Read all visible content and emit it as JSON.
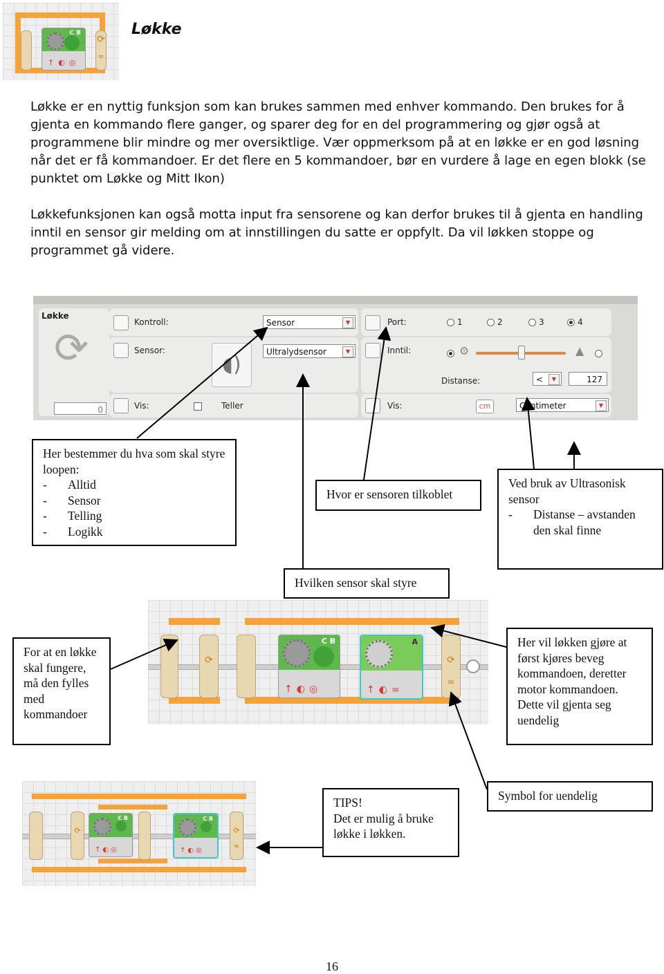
{
  "header": {
    "title": "Løkke"
  },
  "intro": {
    "p1": "Løkke er en nyttig funksjon som kan brukes sammen med enhver kommando. Den brukes for å gjenta en kommando flere ganger, og sparer deg for en del programmering og gjør også at programmene blir mindre og mer oversiktlige. Vær oppmerksom på at en løkke er en god løsning når det er få kommandoer. Er det flere en 5 kommandoer, bør en vurdere å lage en egen blokk (se punktet om Løkke og Mitt Ikon)",
    "p2": "Løkkefunksjonen kan også motta input fra sensorene og kan derfor brukes til å gjenta en handling inntil en sensor gir melding om at innstillingen du satte er oppfylt. Da vil løkken stoppe og programmet gå videre."
  },
  "panel": {
    "block_name": "Løkke",
    "kontroll_label": "Kontroll:",
    "kontroll_value": "Sensor",
    "sensor_label": "Sensor:",
    "sensor_value": "Ultralydsensor",
    "vis_label": "Vis:",
    "teller_label": "Teller",
    "counter_value": "0",
    "port_label": "Port:",
    "ports": [
      "1",
      "2",
      "3",
      "4"
    ],
    "selected_port": "4",
    "inntil_label": "Inntil:",
    "distanse_label": "Distanse:",
    "compare_value": "<",
    "distance_value": "127",
    "vis2_label": "Vis:",
    "unit_badge": "cm",
    "unit_value": "Centimeter",
    "slider_level": 0.5
  },
  "callouts": {
    "kontroll": {
      "heading": "Her bestemmer du hva som skal styre loopen:",
      "items": [
        "Alltid",
        "Sensor",
        "Telling",
        "Logikk"
      ]
    },
    "port": "Hvor er sensoren tilkoblet",
    "ultrasonic": {
      "heading": "Ved bruk av Ultrasonisk sensor",
      "item": "Distanse – avstanden den skal finne"
    },
    "sensor": "Hvilken sensor skal styre",
    "fill": "For at en løkke skal fungere, må den fylles med kommandoer",
    "repeat": "Her vil løkken gjøre at først kjøres beveg kommandoen, deretter motor kommandoen. Dette vil gjenta seg uendelig",
    "tips": [
      "TIPS!",
      "Det er mulig å bruke løkke i løkken."
    ],
    "infinity": "Symbol for uendelig"
  },
  "blocks": {
    "cb_label": "C B",
    "a_label": "A"
  },
  "page_number": "16"
}
